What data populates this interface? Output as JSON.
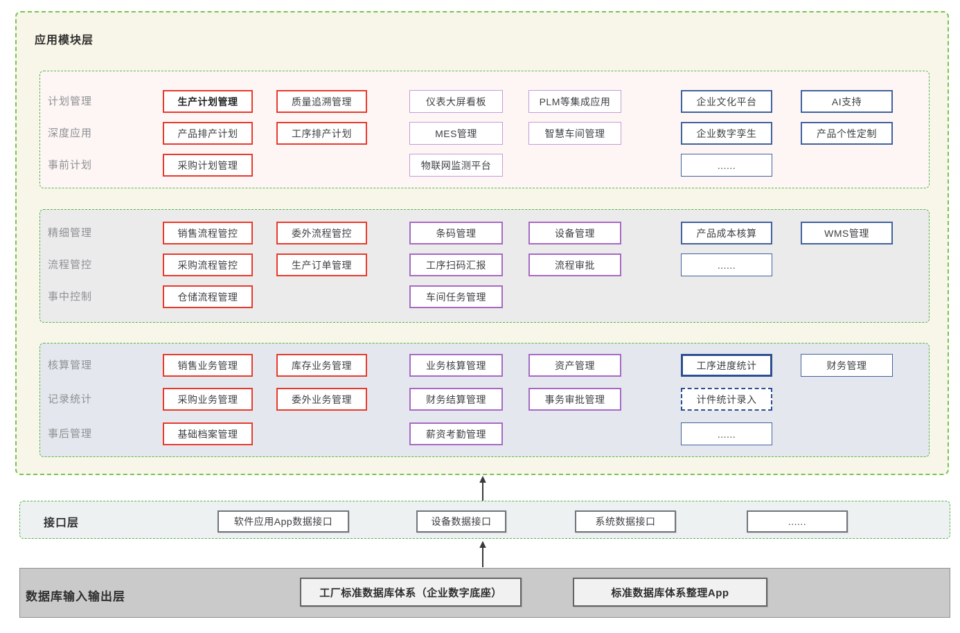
{
  "colors": {
    "red": "#e8392a",
    "purpleLight": "#c49bd8",
    "purple": "#a668c4",
    "blue": "#40609f",
    "blueDark": "#2d4e91",
    "green": "#54b548",
    "greenOuter": "#74c450",
    "appBg": "#f8f6e8",
    "arrow": "#3a3a3a"
  },
  "app_layer": {
    "title": "应用模块层",
    "sections": [
      {
        "row_labels": [
          "计划管理",
          "深度应用",
          "事前计划"
        ],
        "bg": "#fdf6f5",
        "columns": [
          {
            "variant": "red",
            "items": [
              {
                "label": "生产计划管理",
                "bold": true
              },
              {
                "label": "产品排产计划"
              },
              {
                "label": "采购计划管理"
              }
            ]
          },
          {
            "variant": "red",
            "items": [
              {
                "label": "质量追溯管理"
              },
              {
                "label": "工序排产计划"
              }
            ]
          },
          {
            "variant": "purple-light",
            "items": [
              {
                "label": "仪表大屏看板"
              },
              {
                "label": "MES管理"
              },
              {
                "label": "物联网监测平台"
              }
            ]
          },
          {
            "variant": "purple-light",
            "items": [
              {
                "label": "PLM等集成应用"
              },
              {
                "label": "智慧车间管理"
              }
            ]
          },
          {
            "variant": "blue",
            "items": [
              {
                "label": "企业文化平台"
              },
              {
                "label": "企业数字孪生"
              },
              {
                "label": "......",
                "variant": "blue-thin"
              }
            ]
          },
          {
            "variant": "blue",
            "items": [
              {
                "label": "AI支持"
              },
              {
                "label": "产品个性定制"
              }
            ]
          }
        ]
      },
      {
        "row_labels": [
          "精细管理",
          "流程管控",
          "事中控制"
        ],
        "bg": "#ebebec",
        "columns": [
          {
            "variant": "red",
            "items": [
              {
                "label": "销售流程管控"
              },
              {
                "label": "采购流程管控"
              },
              {
                "label": "仓储流程管理"
              }
            ]
          },
          {
            "variant": "red",
            "items": [
              {
                "label": "委外流程管控"
              },
              {
                "label": "生产订单管理"
              }
            ]
          },
          {
            "variant": "purple",
            "items": [
              {
                "label": "条码管理"
              },
              {
                "label": "工序扫码汇报"
              },
              {
                "label": "车间任务管理"
              }
            ]
          },
          {
            "variant": "purple",
            "items": [
              {
                "label": "设备管理"
              },
              {
                "label": "流程审批"
              }
            ]
          },
          {
            "variant": "blue",
            "items": [
              {
                "label": "产品成本核算"
              },
              {
                "label": "......",
                "variant": "blue-thin"
              }
            ]
          },
          {
            "variant": "blue",
            "items": [
              {
                "label": "WMS管理"
              }
            ]
          }
        ]
      },
      {
        "row_labels": [
          "核算管理",
          "记录统计",
          "事后管理"
        ],
        "bg": "#e4e8ee",
        "columns": [
          {
            "variant": "red",
            "items": [
              {
                "label": "销售业务管理"
              },
              {
                "label": "采购业务管理"
              },
              {
                "label": "基础档案管理"
              }
            ]
          },
          {
            "variant": "red",
            "items": [
              {
                "label": "库存业务管理"
              },
              {
                "label": "委外业务管理"
              }
            ]
          },
          {
            "variant": "purple",
            "items": [
              {
                "label": "业务核算管理"
              },
              {
                "label": "财务结算管理"
              },
              {
                "label": "薪资考勤管理"
              }
            ]
          },
          {
            "variant": "purple",
            "items": [
              {
                "label": "资产管理"
              },
              {
                "label": "事务审批管理"
              }
            ]
          },
          {
            "variant": "blue",
            "items": [
              {
                "label": "工序进度统计",
                "variant": "blue-thick"
              },
              {
                "label": "计件统计录入",
                "variant": "blue-dashed"
              },
              {
                "label": "......",
                "variant": "blue-thin"
              }
            ]
          },
          {
            "variant": "blue-thin",
            "items": [
              {
                "label": "财务管理"
              }
            ]
          }
        ]
      }
    ]
  },
  "interface_layer": {
    "title": "接口层",
    "boxes": [
      "软件应用App数据接口",
      "设备数据接口",
      "系统数据接口",
      "......"
    ]
  },
  "database_layer": {
    "title": "数据库输入输出层",
    "boxes": [
      "工厂标准数据库体系（企业数字底座）",
      "标准数据库体系整理App"
    ]
  }
}
